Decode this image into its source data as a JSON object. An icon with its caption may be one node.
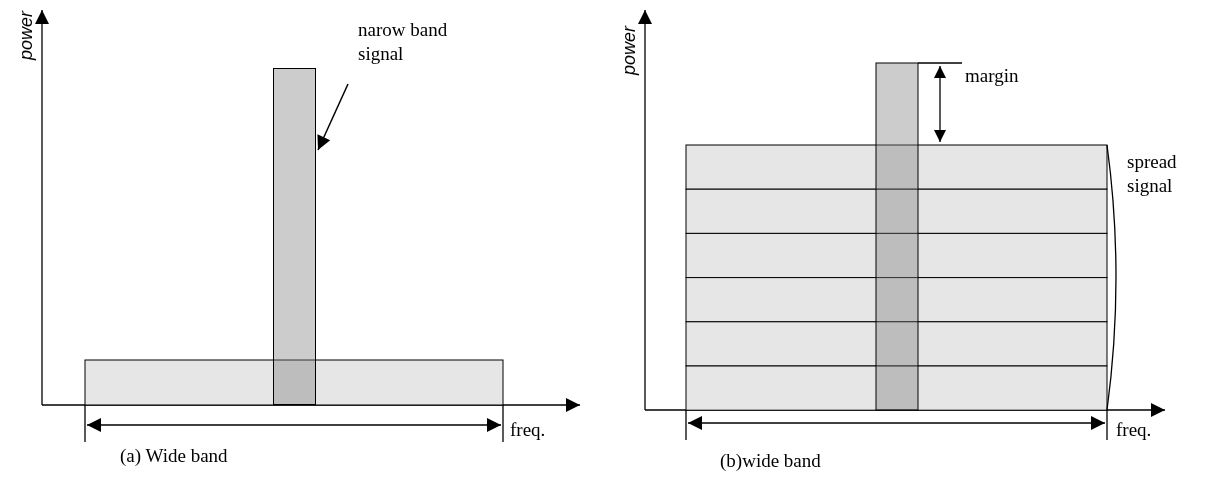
{
  "diagram": {
    "nodes": [
      {
        "text": [
          "narow band signal"
        ]
      },
      {
        "text": [],
        "shape": "bar"
      }
    ],
    "edges": [
      {
        "from": 0,
        "to": 1,
        "arrow": "to"
      }
    ],
    "labels": [
      "power",
      "freq.",
      "(a) Wide band",
      "power",
      "margin",
      "spread signal",
      "freq.",
      "(b)wide band"
    ]
  }
}
